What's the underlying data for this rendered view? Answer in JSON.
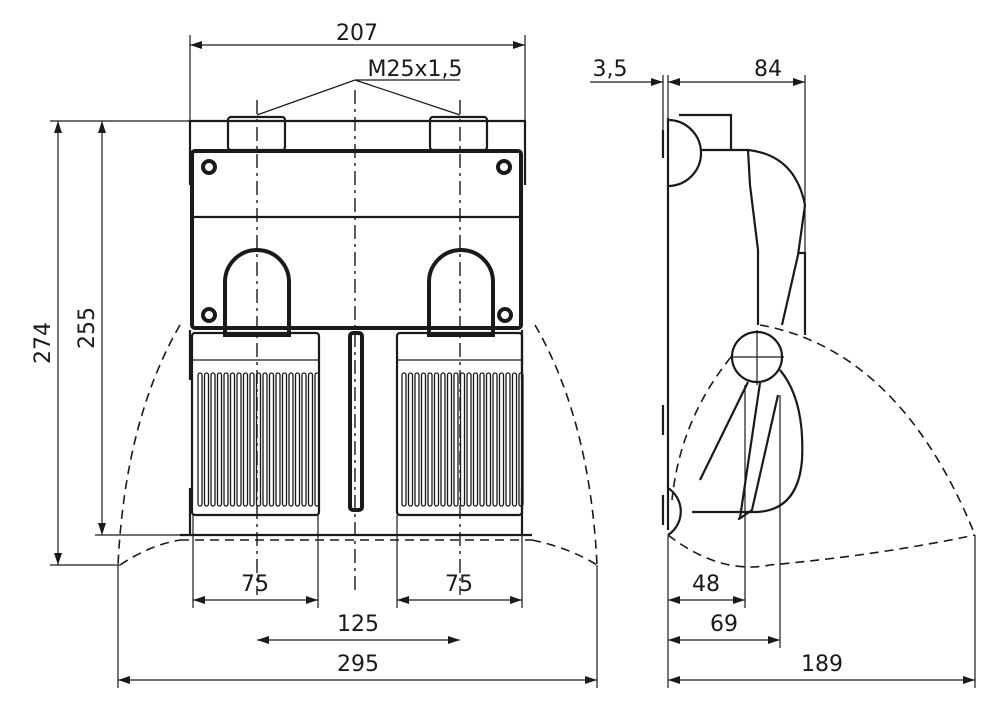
{
  "front_view": {
    "width_top": "207",
    "thread": "M25x1,5",
    "height_total": "274",
    "height_body": "255",
    "handle_width_left": "75",
    "handle_width_right": "75",
    "handle_spacing": "125",
    "width_swing": "295"
  },
  "side_view": {
    "wall_offset": "3,5",
    "depth": "84",
    "pivot_depth": "48",
    "handle_depth": "69",
    "depth_swing": "189"
  }
}
